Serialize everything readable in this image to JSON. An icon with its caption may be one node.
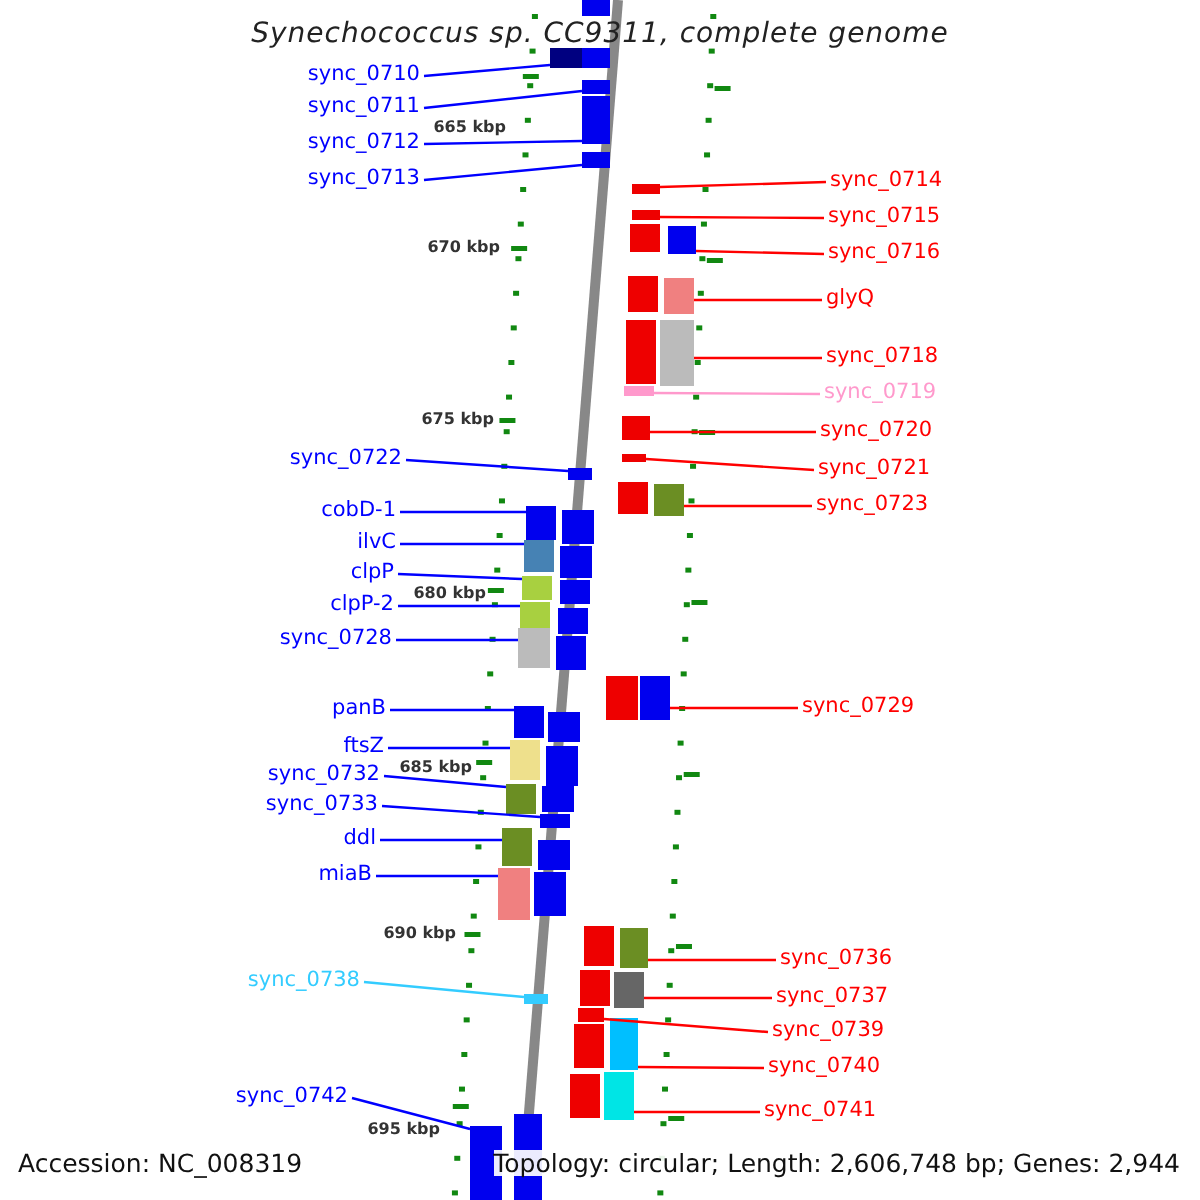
{
  "diagram": {
    "title": "Synechococcus sp. CC9311, complete genome",
    "nodes": [
      {
        "text": [
          "sync_0710"
        ]
      },
      {
        "text": [
          "sync_0711"
        ]
      },
      {
        "text": [
          "sync_0712"
        ]
      },
      {
        "text": [
          "sync_0713"
        ]
      },
      {
        "text": [
          "sync_0722"
        ]
      },
      {
        "text": [
          "cobD-1"
        ]
      },
      {
        "text": [
          "ilvC"
        ]
      },
      {
        "text": [
          "clpP"
        ]
      },
      {
        "text": [
          "clpP-2"
        ]
      },
      {
        "text": [
          "sync_0728"
        ]
      },
      {
        "text": [
          "panB"
        ]
      },
      {
        "text": [
          "ftsZ"
        ]
      },
      {
        "text": [
          "sync_0732"
        ]
      },
      {
        "text": [
          "sync_0733"
        ]
      },
      {
        "text": [
          "ddl"
        ]
      },
      {
        "text": [
          "miaB"
        ]
      },
      {
        "text": [
          "sync_0738"
        ]
      },
      {
        "text": [
          "sync_0742"
        ]
      },
      {
        "text": [
          "sync_0714"
        ]
      },
      {
        "text": [
          "sync_0715"
        ]
      },
      {
        "text": [
          "sync_0716"
        ]
      },
      {
        "text": [
          "glyQ"
        ]
      },
      {
        "text": [
          "sync_0718"
        ]
      },
      {
        "text": [
          "sync_0719"
        ]
      },
      {
        "text": [
          "sync_0720"
        ]
      },
      {
        "text": [
          "sync_0721"
        ]
      },
      {
        "text": [
          "sync_0723"
        ]
      },
      {
        "text": [
          "sync_0729"
        ]
      },
      {
        "text": [
          "sync_0736"
        ]
      },
      {
        "text": [
          "sync_0737"
        ]
      },
      {
        "text": [
          "sync_0739"
        ]
      },
      {
        "text": [
          "sync_0740"
        ]
      },
      {
        "text": [
          "sync_0741"
        ]
      },
      {
        "text": [],
        "shape": "box"
      },
      {
        "text": [],
        "shape": "box"
      },
      {
        "text": [],
        "shape": "box"
      },
      {
        "text": [],
        "shape": "box"
      },
      {
        "text": [],
        "shape": "box"
      },
      {
        "text": [],
        "shape": "box"
      },
      {
        "text": [],
        "shape": "box"
      },
      {
        "text": [],
        "shape": "box"
      },
      {
        "text": [],
        "shape": "box"
      },
      {
        "text": [],
        "shape": "box"
      },
      {
        "text": [],
        "shape": "box"
      },
      {
        "text": [],
        "shape": "box"
      },
      {
        "text": [],
        "shape": "box"
      },
      {
        "text": [],
        "shape": "box"
      },
      {
        "text": [],
        "shape": "box"
      },
      {
        "text": [],
        "shape": "box"
      },
      {
        "text": [],
        "shape": "box"
      },
      {
        "text": [],
        "shape": "box"
      },
      {
        "text": [],
        "shape": "box"
      },
      {
        "text": [],
        "shape": "box"
      },
      {
        "text": [],
        "shape": "box"
      },
      {
        "text": [],
        "shape": "box"
      },
      {
        "text": [],
        "shape": "box"
      },
      {
        "text": [],
        "shape": "box"
      },
      {
        "text": [],
        "shape": "box"
      },
      {
        "text": [],
        "shape": "box"
      },
      {
        "text": [],
        "shape": "box"
      },
      {
        "text": [],
        "shape": "box"
      },
      {
        "text": [],
        "shape": "box"
      },
      {
        "text": [],
        "shape": "box"
      },
      {
        "text": [],
        "shape": "box"
      },
      {
        "text": [],
        "shape": "box"
      },
      {
        "text": [],
        "shape": "box"
      }
    ],
    "edges": [
      {
        "from": 0,
        "to": 33,
        "arrow": "none"
      },
      {
        "from": 1,
        "to": 34,
        "arrow": "none"
      },
      {
        "from": 2,
        "to": 35,
        "arrow": "none"
      },
      {
        "from": 3,
        "to": 36,
        "arrow": "none"
      },
      {
        "from": 4,
        "to": 37,
        "arrow": "none"
      },
      {
        "from": 5,
        "to": 38,
        "arrow": "none"
      },
      {
        "from": 6,
        "to": 39,
        "arrow": "none"
      },
      {
        "from": 7,
        "to": 40,
        "arrow": "none"
      },
      {
        "from": 8,
        "to": 41,
        "arrow": "none"
      },
      {
        "from": 9,
        "to": 42,
        "arrow": "none"
      },
      {
        "from": 10,
        "to": 43,
        "arrow": "none"
      },
      {
        "from": 11,
        "to": 44,
        "arrow": "none"
      },
      {
        "from": 12,
        "to": 45,
        "arrow": "none"
      },
      {
        "from": 13,
        "to": 46,
        "arrow": "none"
      },
      {
        "from": 14,
        "to": 47,
        "arrow": "none"
      },
      {
        "from": 15,
        "to": 48,
        "arrow": "none"
      },
      {
        "from": 16,
        "to": 49,
        "arrow": "none",
        "color": "#33ccff"
      },
      {
        "from": 17,
        "to": 50,
        "arrow": "none"
      },
      {
        "from": 18,
        "to": 51,
        "arrow": "none",
        "color": "#ff0000"
      },
      {
        "from": 19,
        "to": 52,
        "arrow": "none",
        "color": "#ff0000"
      },
      {
        "from": 20,
        "to": 53,
        "arrow": "none",
        "color": "#ff0000"
      },
      {
        "from": 21,
        "to": 54,
        "arrow": "none",
        "color": "#ff0000"
      },
      {
        "from": 22,
        "to": 55,
        "arrow": "none",
        "color": "#ff0000"
      },
      {
        "from": 23,
        "to": 56,
        "arrow": "none",
        "color": "#ff99cc"
      },
      {
        "from": 24,
        "to": 57,
        "arrow": "none",
        "color": "#ff0000"
      },
      {
        "from": 25,
        "to": 58,
        "arrow": "none",
        "color": "#ff0000"
      },
      {
        "from": 26,
        "to": 59,
        "arrow": "none",
        "color": "#ff0000"
      },
      {
        "from": 27,
        "to": 60,
        "arrow": "none",
        "color": "#ff0000"
      },
      {
        "from": 28,
        "to": 61,
        "arrow": "none",
        "color": "#ff0000"
      },
      {
        "from": 29,
        "to": 62,
        "arrow": "none",
        "color": "#ff0000"
      },
      {
        "from": 30,
        "to": 63,
        "arrow": "none",
        "color": "#ff0000"
      },
      {
        "from": 31,
        "to": 64,
        "arrow": "none",
        "color": "#ff0000"
      },
      {
        "from": 32,
        "to": 65,
        "arrow": "none",
        "color": "#ff0000"
      }
    ],
    "labels": [
      "665 kbp",
      "670 kbp",
      "675 kbp",
      "680 kbp",
      "685 kbp",
      "690 kbp",
      "695 kbp",
      "Accession: NC_008319",
      "Topology: circular; Length: 2,606,748 bp; Genes: 2,944"
    ]
  }
}
